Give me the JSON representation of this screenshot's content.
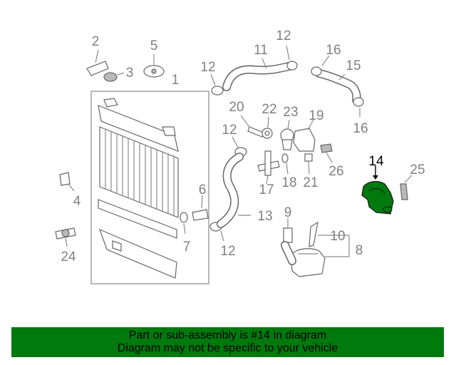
{
  "highlight_color": "#00790d",
  "highlighted_part": "14",
  "callouts": [
    {
      "id": "1",
      "text": "1"
    },
    {
      "id": "2",
      "text": "2"
    },
    {
      "id": "3",
      "text": "3"
    },
    {
      "id": "4",
      "text": "4"
    },
    {
      "id": "5",
      "text": "5"
    },
    {
      "id": "6",
      "text": "6"
    },
    {
      "id": "7",
      "text": "7"
    },
    {
      "id": "8",
      "text": "8"
    },
    {
      "id": "9",
      "text": "9"
    },
    {
      "id": "10",
      "text": "10"
    },
    {
      "id": "11",
      "text": "11"
    },
    {
      "id": "12",
      "text": "12"
    },
    {
      "id": "13",
      "text": "13"
    },
    {
      "id": "14",
      "text": "14"
    },
    {
      "id": "15",
      "text": "15"
    },
    {
      "id": "16",
      "text": "16"
    },
    {
      "id": "17",
      "text": "17"
    },
    {
      "id": "18",
      "text": "18"
    },
    {
      "id": "19",
      "text": "19"
    },
    {
      "id": "20",
      "text": "20"
    },
    {
      "id": "21",
      "text": "21"
    },
    {
      "id": "22",
      "text": "22"
    },
    {
      "id": "23",
      "text": "23"
    },
    {
      "id": "24",
      "text": "24"
    },
    {
      "id": "25",
      "text": "25"
    },
    {
      "id": "26",
      "text": "26"
    }
  ],
  "banner": {
    "line1": "Part or sub-assembly is #14 in diagram",
    "line2": "Diagram may not be specific to your vehicle"
  }
}
